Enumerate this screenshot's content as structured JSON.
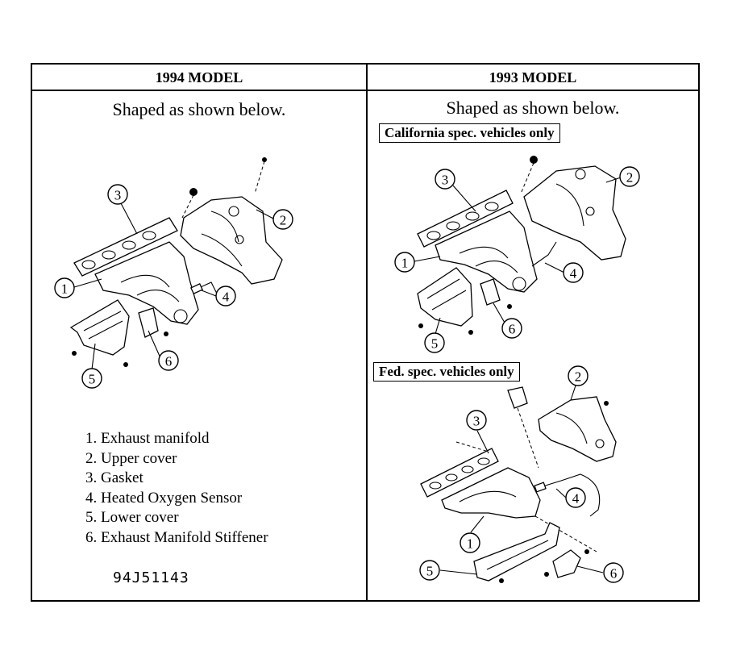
{
  "left_panel": {
    "header": "1994 MODEL",
    "subtitle": "Shaped as shown below.",
    "legend": [
      "1. Exhaust manifold",
      "2. Upper cover",
      "3. Gasket",
      "4. Heated Oxygen Sensor",
      "5. Lower cover",
      "6. Exhaust Manifold Stiffener"
    ],
    "figure_code": "94J51143"
  },
  "right_panel": {
    "header": "1993 MODEL",
    "subtitle": "Shaped as shown below.",
    "california_label": "California spec. vehicles only",
    "federal_label": "Fed.  spec. vehicles only"
  },
  "callouts": [
    "1",
    "2",
    "3",
    "4",
    "5",
    "6"
  ]
}
